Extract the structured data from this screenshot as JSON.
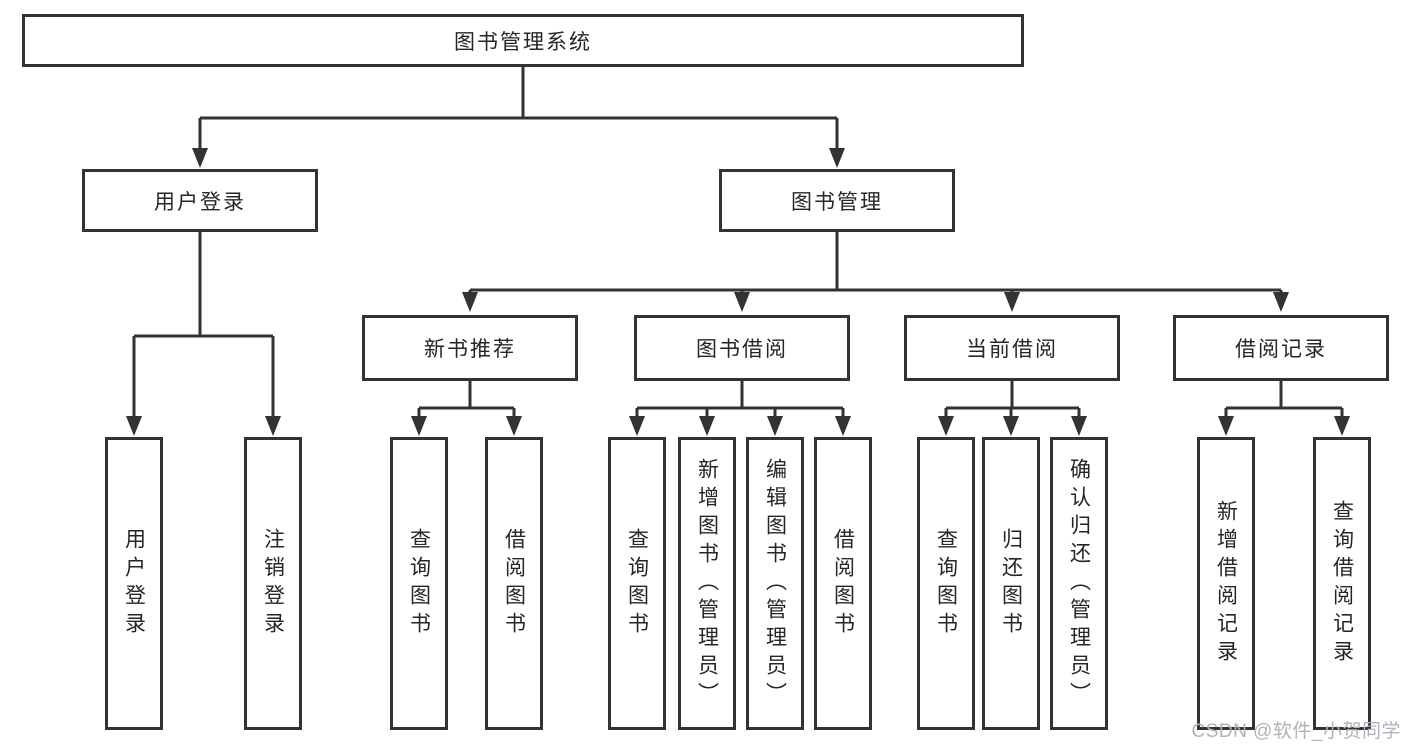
{
  "colors": {
    "line": "#333333",
    "text": "#262626",
    "bg": "#ffffff",
    "watermark": "#b2b2ba"
  },
  "watermark": "CSDN @软件_小贺同学",
  "tree": {
    "label": "图书管理系统",
    "children": [
      {
        "label": "用户登录",
        "children": [
          {
            "label": "用户登录"
          },
          {
            "label": "注销登录"
          }
        ]
      },
      {
        "label": "图书管理",
        "children": [
          {
            "label": "新书推荐",
            "children": [
              {
                "label": "查询图书"
              },
              {
                "label": "借阅图书"
              }
            ]
          },
          {
            "label": "图书借阅",
            "children": [
              {
                "label": "查询图书"
              },
              {
                "label": "新增图书（管理员）"
              },
              {
                "label": "编辑图书（管理员）"
              },
              {
                "label": "借阅图书"
              }
            ]
          },
          {
            "label": "当前借阅",
            "children": [
              {
                "label": "查询图书"
              },
              {
                "label": "归还图书"
              },
              {
                "label": "确认归还（管理员）"
              }
            ]
          },
          {
            "label": "借阅记录",
            "children": [
              {
                "label": "新增借阅记录"
              },
              {
                "label": "查询借阅记录"
              }
            ]
          }
        ]
      }
    ]
  }
}
